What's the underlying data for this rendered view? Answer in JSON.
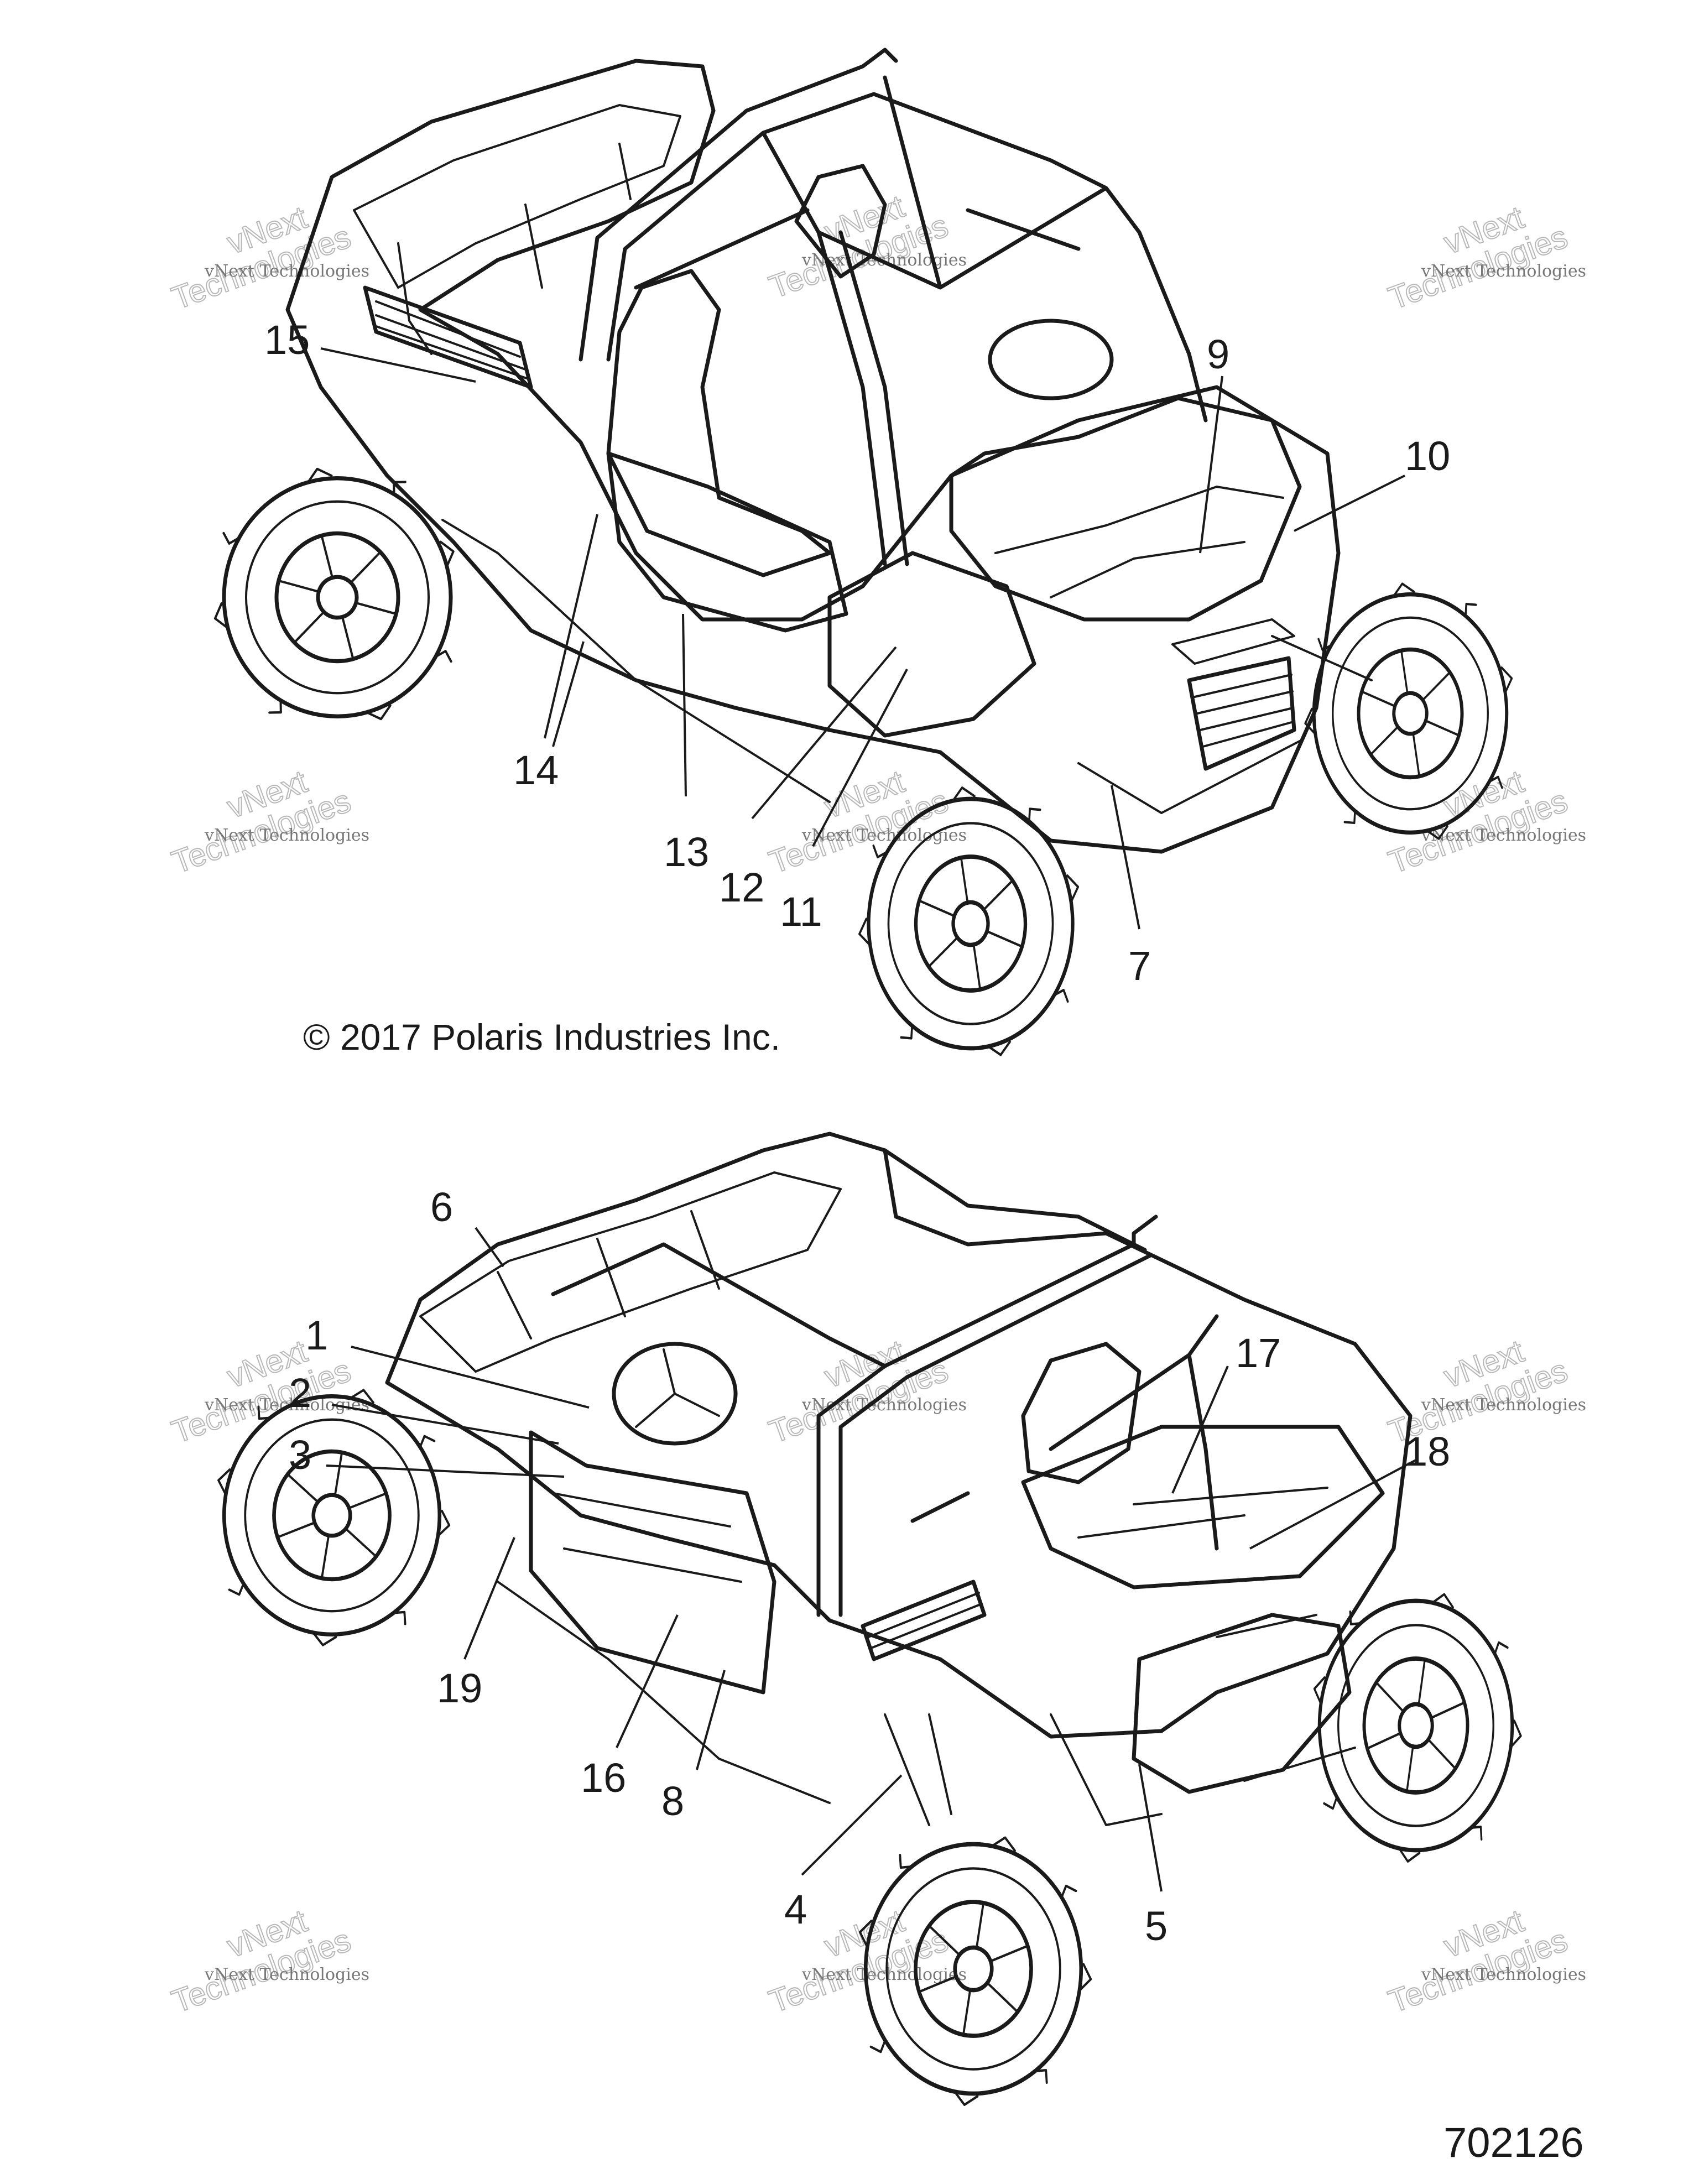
{
  "callouts_top": [
    {
      "id": "15",
      "label": "15"
    },
    {
      "id": "14",
      "label": "14"
    },
    {
      "id": "13",
      "label": "13"
    },
    {
      "id": "12",
      "label": "12"
    },
    {
      "id": "11",
      "label": "11"
    },
    {
      "id": "7",
      "label": "7"
    },
    {
      "id": "9",
      "label": "9"
    },
    {
      "id": "10",
      "label": "10"
    }
  ],
  "callouts_bottom": [
    {
      "id": "6",
      "label": "6"
    },
    {
      "id": "1",
      "label": "1"
    },
    {
      "id": "2",
      "label": "2"
    },
    {
      "id": "3",
      "label": "3"
    },
    {
      "id": "19",
      "label": "19"
    },
    {
      "id": "16",
      "label": "16"
    },
    {
      "id": "8",
      "label": "8"
    },
    {
      "id": "4",
      "label": "4"
    },
    {
      "id": "5",
      "label": "5"
    },
    {
      "id": "17",
      "label": "17"
    },
    {
      "id": "18",
      "label": "18"
    }
  ],
  "copyright": "© 2017 Polaris Industries Inc.",
  "reference_number": "702126",
  "watermark": {
    "line1": "vNext Technologies",
    "line2": "vNext",
    "line3": "Technologies"
  }
}
